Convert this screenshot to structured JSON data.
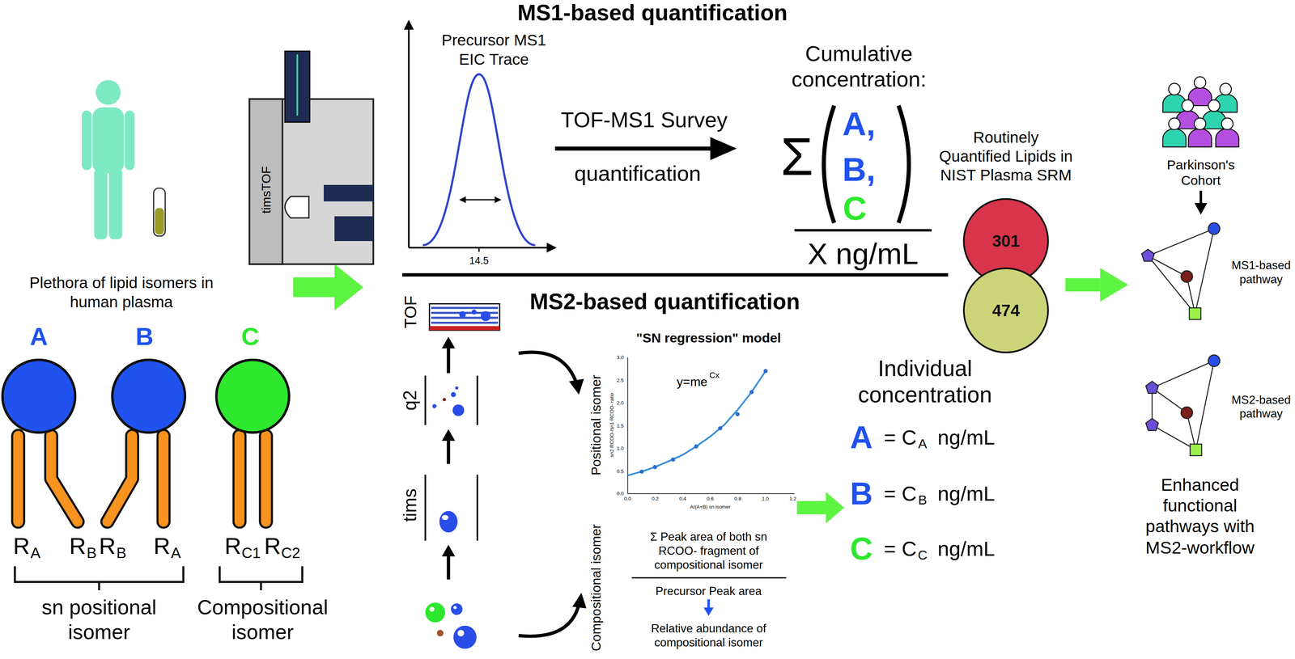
{
  "diagram": {
    "nodes": [
      {
        "text": [
          "301"
        ]
      },
      {
        "text": [
          "474"
        ]
      },
      {
        "text": [
          "Parkinson's Cohort"
        ]
      },
      {
        "text": [
          "MS1-based pathway"
        ]
      },
      {
        "text": [
          "MS2-based pathway"
        ]
      }
    ],
    "edges": [
      {
        "from": 2,
        "to": 3,
        "arrow": "to"
      },
      {
        "from": 1,
        "to": 3,
        "arrow": "to"
      }
    ],
    "labels": [
      "MS1-based quantification",
      "MS2-based quantification",
      "Plethora of lipid isomers in human plasma",
      "timsTOF",
      "A",
      "B",
      "C",
      "R",
      "A",
      "R",
      "B",
      "R",
      "B",
      "R",
      "A",
      "R",
      "C1",
      "R",
      "C2",
      "sn positional isomer",
      "Compositional isomer",
      "Precursor MS1 EIC Trace",
      "14.5",
      "TOF-MS1 Survey",
      "quantification",
      "Cumulative concentration:",
      "Σ",
      "A,",
      "B,",
      "C",
      "X ng/mL",
      "Routinely Quantified Lipids in NIST Plasma SRM",
      "Enhanced functional pathways with MS2-workflow",
      "TOF",
      "q2",
      "tims",
      "\"SN regression\" model",
      "y=me",
      "Cx",
      "Positional isomer",
      "sn2 RCOO-/sn1 RCOO- ratio",
      "A/(A+B) sn isomer",
      "0.0",
      "0.2",
      "0.4",
      "0.6",
      "0.8",
      "1.0",
      "1.2",
      "0.0",
      "0.5",
      "1.0",
      "1.5",
      "2.0",
      "2.5",
      "3.0",
      "Compositional isomer",
      "Σ Peak area of both sn RCOO- fragment of compositional isomer",
      "Precursor Peak area",
      "Relative abundance of compositional isomer",
      "Individual concentration",
      "A",
      "= C",
      "A",
      "ng/mL",
      "B",
      "= C",
      "B",
      "ng/mL",
      "C",
      "= C",
      "C",
      "ng/mL"
    ]
  }
}
